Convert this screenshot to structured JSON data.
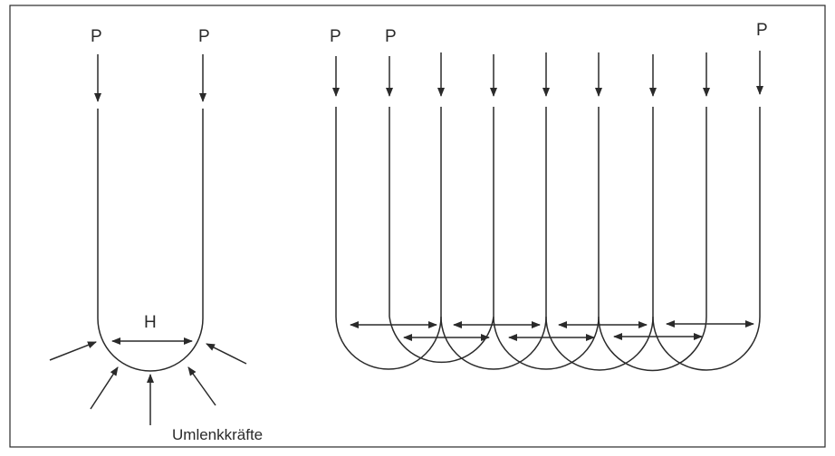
{
  "diagram": {
    "left_figure": {
      "loads": [
        "P",
        "P"
      ],
      "span_label": "H",
      "caption": "Umlenkkräfte"
    },
    "right_figure": {
      "load_labels": [
        "P",
        "P",
        "P"
      ],
      "tendon_count": 9
    },
    "line_color": "#2a2a2a",
    "background": "#ffffff"
  }
}
